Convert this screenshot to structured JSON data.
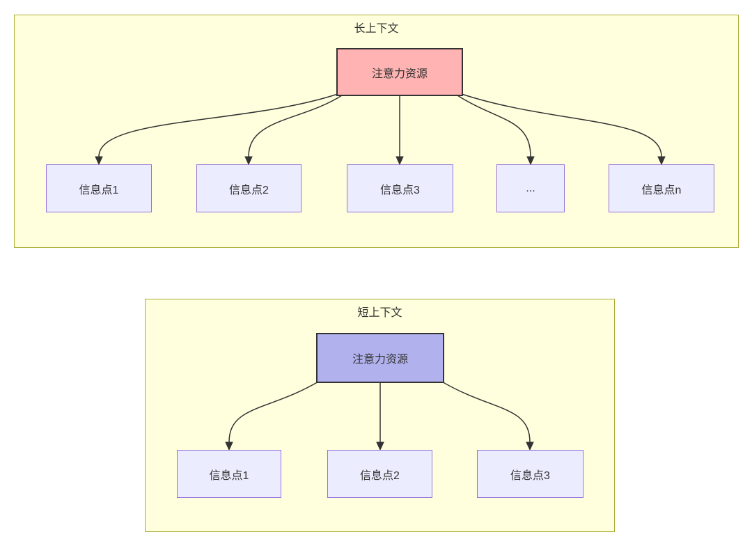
{
  "colors": {
    "page_background": "#ffffff",
    "cluster_fill": "#ffffde",
    "cluster_border": "#aaaa33",
    "info_node_fill": "#ececff",
    "info_node_border": "#9370db",
    "attention_node_border": "#333333",
    "edge_color": "#333333",
    "text_color": "#333333",
    "long_attention_fill": "#ffb3b3",
    "short_attention_fill": "#b1b1ee"
  },
  "clusters": [
    {
      "title": "长上下文",
      "attention": {
        "label": "注意力资源",
        "fill": "#ffb3b3"
      },
      "info_nodes": [
        {
          "label": "信息点1"
        },
        {
          "label": "信息点2"
        },
        {
          "label": "信息点3"
        },
        {
          "label": "..."
        },
        {
          "label": "信息点n"
        }
      ]
    },
    {
      "title": "短上下文",
      "attention": {
        "label": "注意力资源",
        "fill": "#b1b1ee"
      },
      "info_nodes": [
        {
          "label": "信息点1"
        },
        {
          "label": "信息点2"
        },
        {
          "label": "信息点3"
        }
      ]
    }
  ]
}
